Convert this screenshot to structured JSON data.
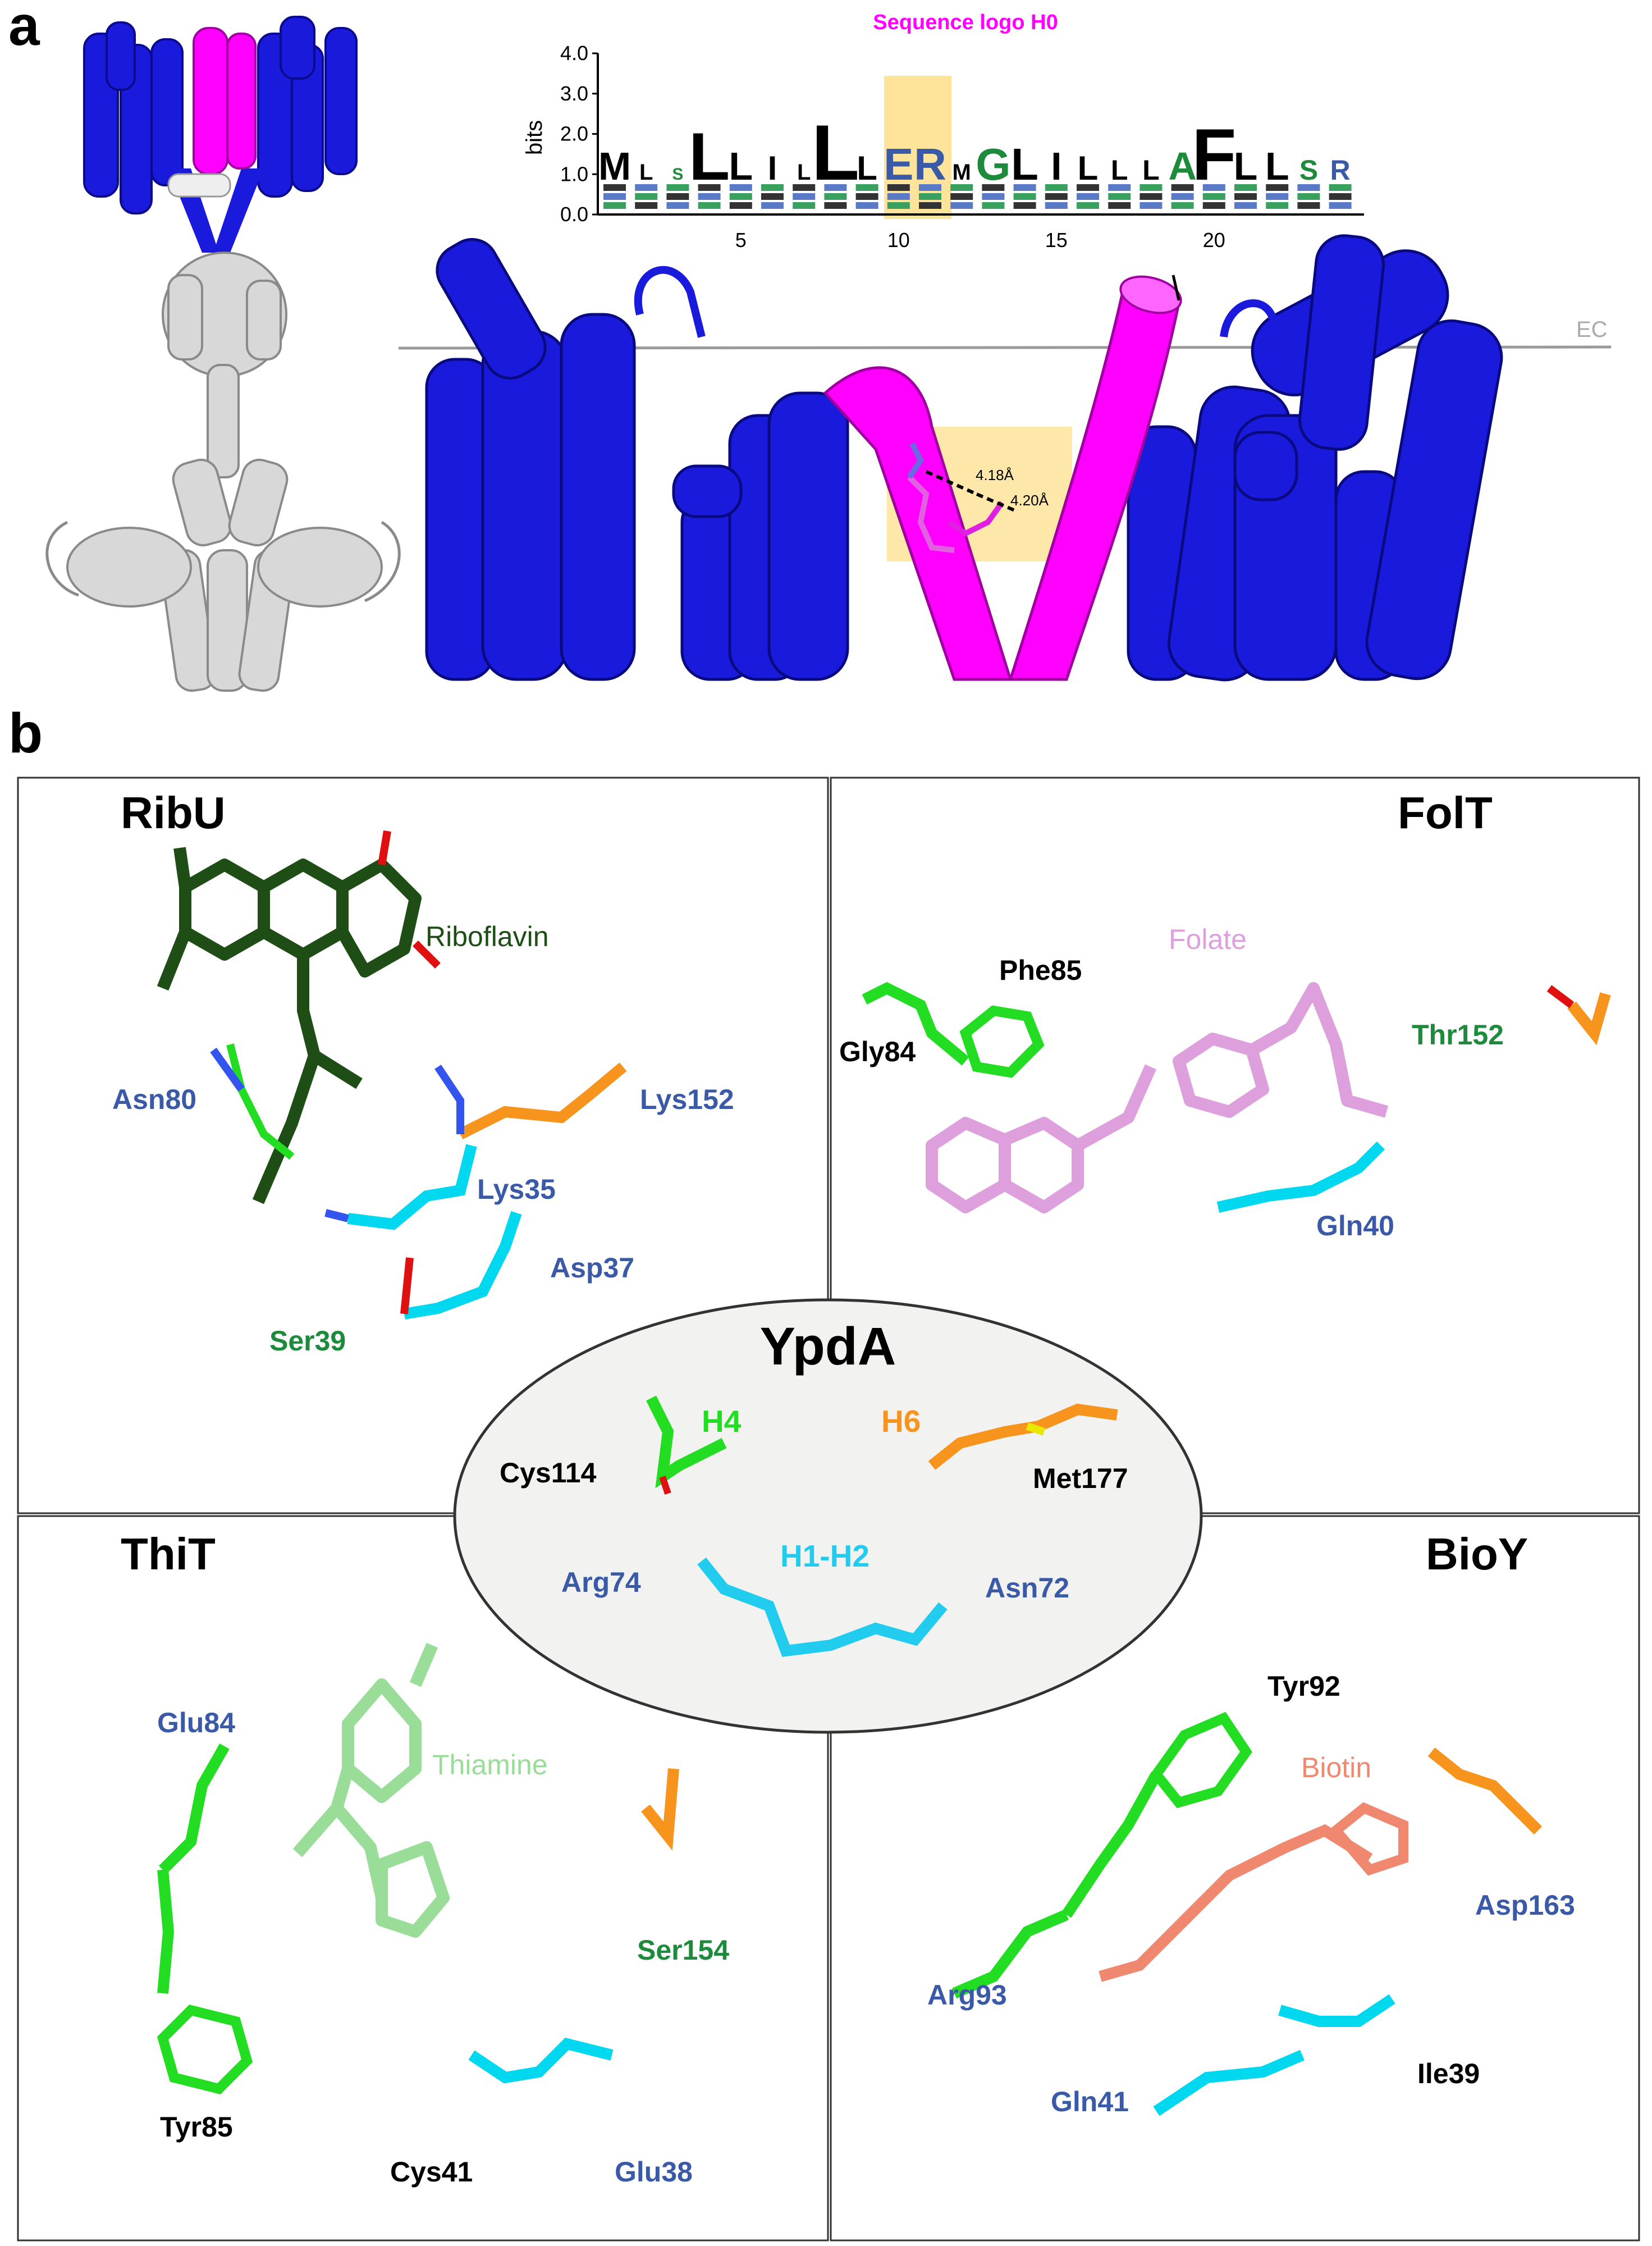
{
  "panel_a": {
    "letter": "a",
    "logo_title": "Sequence logo H0",
    "y_axis_label": "bits",
    "y_ticks": [
      "4.0",
      "3.0",
      "2.0",
      "1.0",
      "0.0"
    ],
    "x_ticks": [
      "5",
      "10",
      "15",
      "20"
    ],
    "top_letters": [
      "M",
      "L",
      "S",
      "L",
      "L",
      "I",
      "L",
      "L",
      "L",
      "E",
      "R",
      "M",
      "G",
      "L",
      "I",
      "L",
      "L",
      "L",
      "A",
      "F",
      "L",
      "L",
      "S",
      "R"
    ],
    "membrane_label": "EC",
    "distances": [
      "4.18Å",
      "4.20Å"
    ]
  },
  "panel_b": {
    "letter": "b",
    "center": {
      "title": "YpdA",
      "helices": [
        "H4",
        "H6",
        "H1-H2"
      ],
      "residues": [
        "Cys114",
        "Met177",
        "Arg74",
        "Asn72"
      ]
    },
    "ribu": {
      "title": "RibU",
      "ligand": "Riboflavin",
      "residues": [
        "Asn80",
        "Lys152",
        "Lys35",
        "Asp37",
        "Ser39"
      ]
    },
    "folt": {
      "title": "FolT",
      "ligand": "Folate",
      "residues": [
        "Phe85",
        "Gly84",
        "Thr152",
        "Gln40"
      ]
    },
    "thit": {
      "title": "ThiT",
      "ligand": "Thiamine",
      "residues": [
        "Glu84",
        "Ser154",
        "Tyr85",
        "Cys41",
        "Glu38"
      ]
    },
    "bioy": {
      "title": "BioY",
      "ligand": "Biotin",
      "residues": [
        "Tyr92",
        "Asp163",
        "Arg93",
        "Ile39",
        "Gln41"
      ]
    }
  },
  "colors": {
    "helix_blue": "#1a1adc",
    "helix_magenta": "#ff00ff",
    "highlight": "#fde49a",
    "green": "#1e8a3c",
    "blue_label": "#3a5aa8",
    "cyan": "#00d8f0",
    "orange": "#f7941d",
    "bright_green": "#22e522",
    "riboflavin": "#1f4d16",
    "folate": "#dda0dd",
    "thiamine": "#99dd99",
    "biotin": "#f08870"
  }
}
